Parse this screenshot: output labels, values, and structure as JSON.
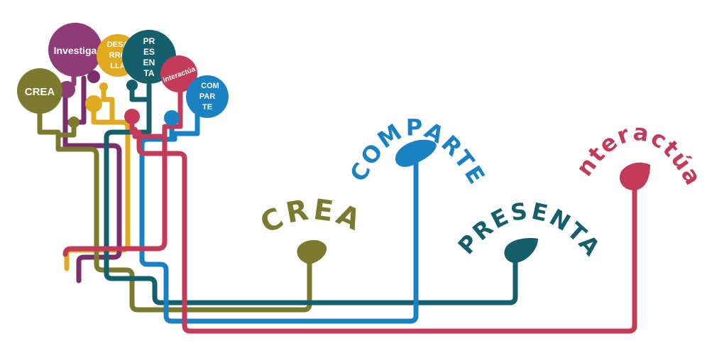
{
  "colors": {
    "olive": "#7b7a2e",
    "magenta": "#8e3b77",
    "gold": "#e0a91f",
    "teal": "#155f6d",
    "crimson": "#c43b5a",
    "blue": "#1a82c2",
    "purple": "#7a2e6b"
  },
  "tree": {
    "crea": "CREA",
    "investiga": "Investiga",
    "desarrolla": [
      "DESA",
      "RRO",
      "LLA"
    ],
    "presenta": [
      "PR",
      "ES",
      "EN",
      "TA"
    ],
    "interactua": "interactúa",
    "comparte": [
      "COM",
      "PAR",
      "TE"
    ]
  },
  "sprouts": {
    "crea": "CREA",
    "comparte": "COMPARTE",
    "presenta": "PRESENTA",
    "interactua": "Interactúa"
  }
}
